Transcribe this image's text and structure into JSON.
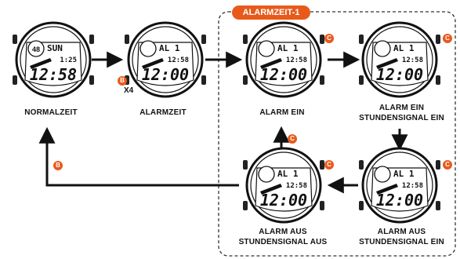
{
  "group_title": "ALARMZEIT-1",
  "watches": [
    {
      "id": "normalzeit",
      "caption": [
        "NORMALZEIT"
      ],
      "top_small": "48",
      "top_text": "SUN",
      "sub_time": "1:25",
      "main_time": "12:58",
      "variant": "normal"
    },
    {
      "id": "alarmzeit",
      "caption": [
        "ALARMZEIT"
      ],
      "top_text": "AL 1",
      "sub_time": "12:58",
      "main_time": "12:00",
      "variant": "alarm"
    },
    {
      "id": "alarm-ein",
      "caption": [
        "ALARM EIN"
      ],
      "top_text": "AL 1",
      "sub_time": "12:58",
      "main_time": "12:00",
      "variant": "alarm"
    },
    {
      "id": "alarm-ein-signal-ein",
      "caption": [
        "ALARM EIN",
        "STUNDENSIGNAL EIN"
      ],
      "top_text": "AL 1",
      "sub_time": "12:58",
      "main_time": "12:00",
      "variant": "alarm"
    },
    {
      "id": "alarm-aus-signal-ein",
      "caption": [
        "ALARM AUS",
        "STUNDENSIGNAL EIN"
      ],
      "top_text": "AL 1",
      "sub_time": "12:58",
      "main_time": "12:00",
      "variant": "alarm"
    },
    {
      "id": "alarm-aus-signal-aus",
      "caption": [
        "ALARM AUS",
        "STUNDENSIGNAL AUS"
      ],
      "top_text": "AL 1",
      "sub_time": "12:58",
      "main_time": "12:00",
      "variant": "alarm"
    }
  ],
  "buttons": {
    "b": "B",
    "c": "C"
  },
  "repeat_label": "X4",
  "colors": {
    "accent": "#e85a1c",
    "line": "#111111",
    "dashed": "#333333"
  }
}
